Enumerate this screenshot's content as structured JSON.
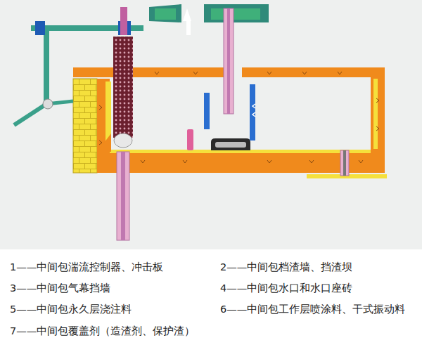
{
  "diagram": {
    "labels": [
      "1——中间包湍流控制器、冲击板",
      "2——中间包档渣墙、挡渣坝",
      "3——中间包气幕挡墙",
      "4——中间包水口和水口座砖",
      "5——中间包永久层浇注料",
      "6——中间包工作层喷涂料、干式振动料",
      "7——中间包覆盖剂（造渣剂、保护渣）"
    ]
  }
}
